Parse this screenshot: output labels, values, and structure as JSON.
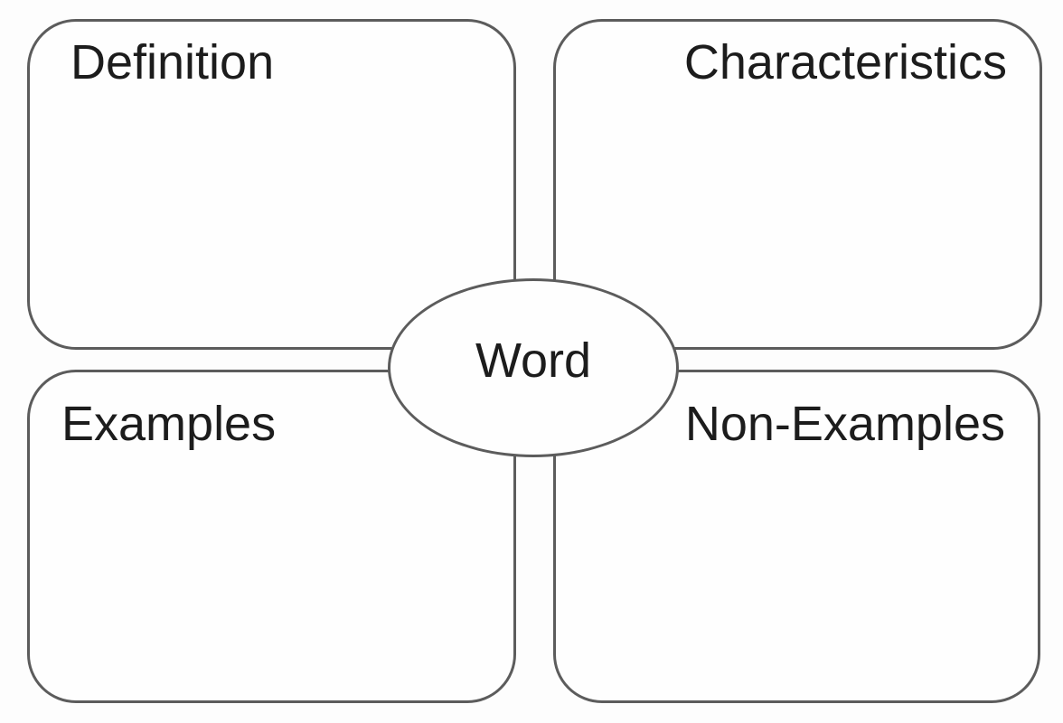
{
  "canvas": {
    "background": "#fdfdfd",
    "border_color": "#5c5c5c",
    "text_color": "#1c1c1c",
    "fill_color": "#fefefe"
  },
  "center": {
    "label": "Word"
  },
  "quadrants": [
    {
      "id": "definition",
      "label": "Definition",
      "position": "top-left"
    },
    {
      "id": "characteristics",
      "label": "Characteristics",
      "position": "top-right"
    },
    {
      "id": "examples",
      "label": "Examples",
      "position": "bottom-left"
    },
    {
      "id": "non-examples",
      "label": "Non-Examples",
      "position": "bottom-right"
    }
  ]
}
